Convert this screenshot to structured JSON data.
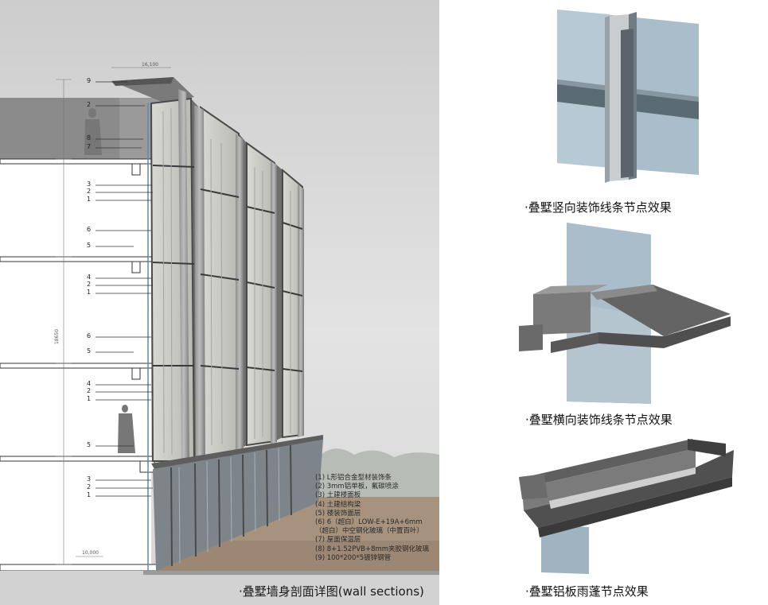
{
  "wall_section": {
    "caption": "·叠墅墙身剖面详图(wall sections)",
    "dimension_top": "16,100",
    "dimension_bottom": "10,000",
    "dimension_side": "18650",
    "callouts": [
      "9",
      "2",
      "8",
      "7",
      "3",
      "2",
      "1",
      "6",
      "5",
      "4",
      "2",
      "1",
      "6",
      "5",
      "4",
      "2",
      "1",
      "5",
      "3",
      "2",
      "1"
    ],
    "legend": [
      "(1)  L形铝合金型材装饰条",
      "(2)  3mm铝单板，氟碳喷涂",
      "(3)  土建楼面板",
      "(4)  土建结构梁",
      "(5)  楼装饰面层",
      "(6)  6（超白）LOW-E+19A+6mm",
      "       （超白）中空钢化玻璃（中置百叶）",
      "(7)  屋面保温层",
      "(8)  8+1.52PVB+8mm夹胶钢化玻璃",
      "(9)  100*200*5镀锌钢管"
    ]
  },
  "details": [
    {
      "caption": "·叠墅竖向装饰线条节点效果"
    },
    {
      "caption": "·叠墅横向装饰线条节点效果"
    },
    {
      "caption": "·叠墅铝板雨蓬节点效果"
    }
  ],
  "colors": {
    "glass": "#9eb0bd",
    "aluminum": "#6e6e6e",
    "frame": "#3a3a3a",
    "paving": "#9c8b7a"
  }
}
